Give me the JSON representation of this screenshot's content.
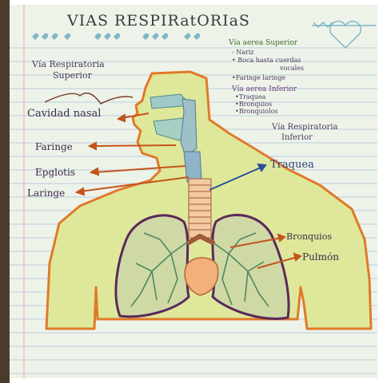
{
  "title": "VIAS RESPIRatORIaS",
  "left_heading": [
    "Vía Respiratoria",
    "Superior"
  ],
  "notes_superior": {
    "heading": "Vía aerea Superior",
    "items": [
      "- Nariz",
      "• Boca hasta cuerdas",
      "vocales",
      "•Faringe laringe"
    ]
  },
  "notes_inferior": {
    "heading": "Vía aerea Inferior",
    "items": [
      "•Traquea",
      "•Bronquios",
      "•Bronquiolos"
    ]
  },
  "right_heading": [
    "Vía Respiratoria",
    "Inferior"
  ],
  "labels": {
    "cavidad_nasal": "Cavidad nasal",
    "faringe": "Faringe",
    "epiglotis": "Epglotis",
    "laringe": "Laringe",
    "traquea": "Traquea",
    "bronquios": "Bronquios",
    "pulmon": "Pulmón"
  },
  "colors": {
    "paper": "#eef3ea",
    "line": "#a9c2d6",
    "body_fill": "#dfe89a",
    "body_outline": "#e07a2a",
    "arrow_orange": "#c4541c",
    "arrow_blue": "#2a4f9a",
    "lung_green": "#4e8a5e",
    "lung_outline": "#5a2a5a",
    "heart": "#f2b07a",
    "trachea": "#f2c9a0",
    "airway_teal": "#9fc9c9"
  }
}
